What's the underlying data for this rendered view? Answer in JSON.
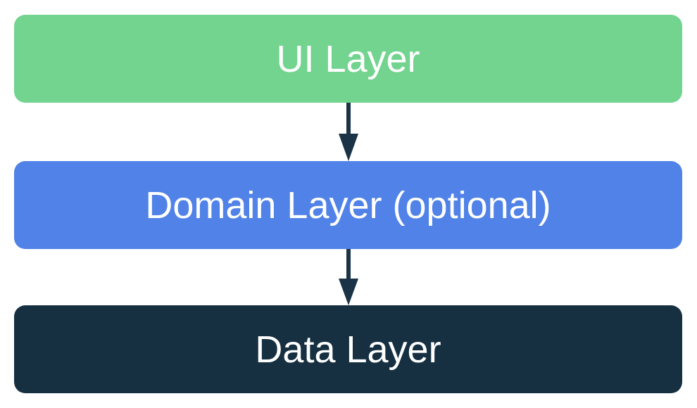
{
  "layers": [
    {
      "label": "UI Layer",
      "color": "#72d48e"
    },
    {
      "label": "Domain Layer (optional)",
      "color": "#5082e8"
    },
    {
      "label": "Data Layer",
      "color": "#163042"
    }
  ],
  "arrow_color": "#1b3346",
  "connections": [
    {
      "from": "UI Layer",
      "to": "Domain Layer (optional)"
    },
    {
      "from": "Domain Layer (optional)",
      "to": "Data Layer"
    }
  ]
}
